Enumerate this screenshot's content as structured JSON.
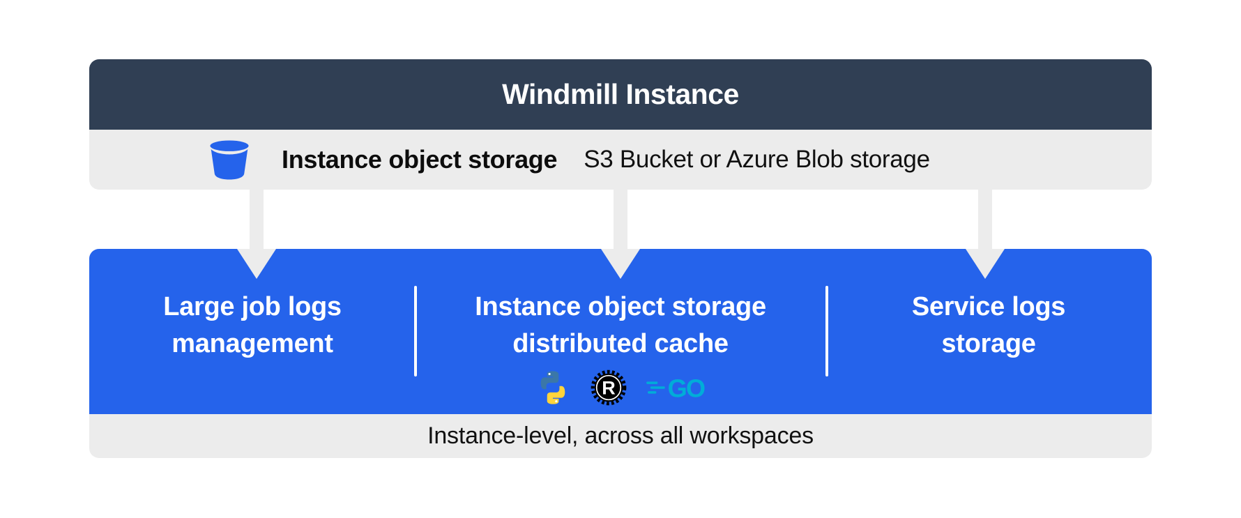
{
  "header": {
    "title": "Windmill Instance"
  },
  "object_storage_bar": {
    "icon": "bucket-icon",
    "title": "Instance object storage",
    "subtitle": "S3 Bucket or Azure Blob storage"
  },
  "arrows": {
    "count": 3,
    "direction": "down",
    "color": "#ECECEC"
  },
  "blue_panel": {
    "sections": [
      {
        "label_line1": "Large job logs",
        "label_line2": "management"
      },
      {
        "label_line1": "Instance object storage",
        "label_line2": "distributed cache",
        "language_icons": [
          "python-icon",
          "rust-icon",
          "go-icon"
        ]
      },
      {
        "label_line1": "Service logs",
        "label_line2": "storage"
      }
    ]
  },
  "footer_bar": {
    "text": "Instance-level, across all workspaces"
  },
  "colors": {
    "header_bg": "#303F54",
    "bar_bg": "#ECECEC",
    "panel_bg": "#2563EB",
    "bucket_blue": "#2563EB",
    "go_teal": "#00ADD8",
    "python_blue": "#3B77A8",
    "python_yellow": "#FFD43B",
    "rust_black": "#000000",
    "text_dark": "#111111",
    "text_light": "#FFFFFF"
  }
}
